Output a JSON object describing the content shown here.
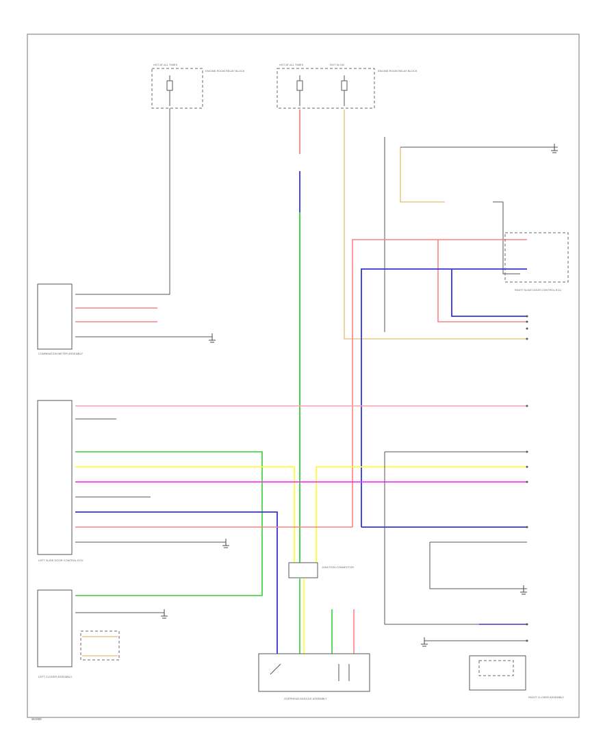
{
  "diagram": {
    "colors": {
      "red": "#ff8080",
      "pink": "#ff9db0",
      "green": "#33cc33",
      "yellow": "#ffff33",
      "magenta": "#ff33ff",
      "blue": "#3333dd",
      "tan": "#e6c88c",
      "gray": "#999999",
      "black": "#555555"
    },
    "labels": {
      "left_fuse_top": "HOT AT ALL TIMES",
      "left_fuse_note": "ENGINE ROOM RELAY BLOCK",
      "center_fuse_top_a": "HOT AT ALL TIMES",
      "center_fuse_top_b": "HOT IN ON",
      "center_fuse_note": "ENGINE ROOM RELAY BLOCK",
      "combination_meter": "COMBINATION METER ASSEMBLY",
      "left_door_ecu": "LEFT SLIDE DOOR CONTROL ECU",
      "right_door_ecu": "RIGHT SLIDE DOOR CONTROL ECU",
      "overhead_switch": "OVERHEAD MODULE ASSEMBLY",
      "junction_connector": "JUNCTION CONNECTOR",
      "left_closer": "LEFT CLOSER ASSEMBLY",
      "right_closer": "RIGHT CLOSER ASSEMBLY",
      "footer_code": "WA000"
    }
  }
}
